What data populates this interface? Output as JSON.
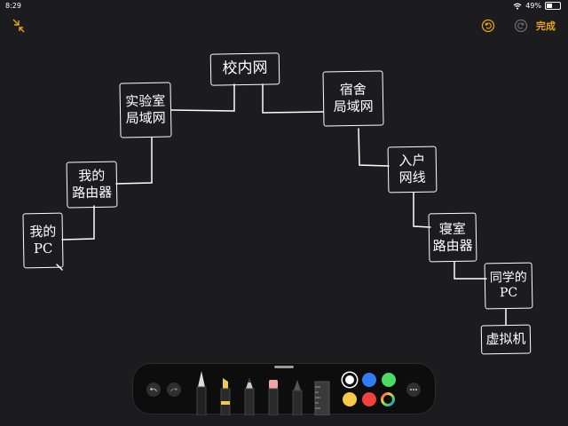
{
  "status": {
    "time": "8:29",
    "battery_text": "49%",
    "battery_level": 0.49
  },
  "topbar": {
    "collapse_icon": "collapse-arrows-icon",
    "undo_icon": "undo-circle-icon",
    "redo_icon": "redo-circle-icon",
    "done_label": "完成",
    "accent": "#e8a317"
  },
  "diagram": {
    "nodes": {
      "campus": "校内网",
      "lab_lan": "实验室\n局域网",
      "dorm_lan": "宿舍\n局域网",
      "my_router": "我的\n路由器",
      "home_net": "入户\n网线",
      "my_pc": "我的\nPC",
      "dorm_router": "寝室\n路由器",
      "classmate_pc": "同学的\nPC",
      "vm": "虚拟机"
    }
  },
  "toolbar": {
    "tools": [
      "pen-icon",
      "marker-icon",
      "pencil-icon",
      "eraser-icon",
      "lasso-icon",
      "ruler-icon"
    ],
    "colors": [
      "#ffffff",
      "#2f7cf6",
      "#4cd964",
      "#f7c948",
      "#f0413d"
    ],
    "selected_color": "#ffffff",
    "more_icon": "more-ellipsis-icon"
  }
}
